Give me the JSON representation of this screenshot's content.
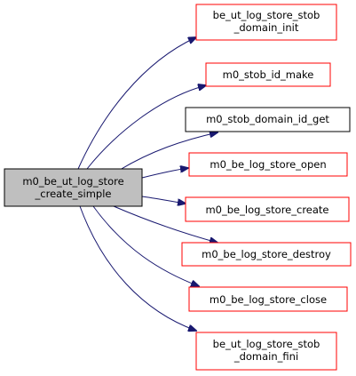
{
  "colors": {
    "edge": "#191970",
    "source_fill": "#bfbfbf",
    "source_stroke": "#000000",
    "target_fill": "#ffffff",
    "target_stroke_red": "#ff0000",
    "target_stroke_black": "#000000"
  },
  "source": {
    "lines": [
      "m0_be_ut_log_store",
      "_create_simple"
    ]
  },
  "targets": [
    {
      "lines": [
        "be_ut_log_store_stob",
        "_domain_init"
      ],
      "border": "red"
    },
    {
      "lines": [
        "m0_stob_id_make"
      ],
      "border": "red"
    },
    {
      "lines": [
        "m0_stob_domain_id_get"
      ],
      "border": "black"
    },
    {
      "lines": [
        "m0_be_log_store_open"
      ],
      "border": "red"
    },
    {
      "lines": [
        "m0_be_log_store_create"
      ],
      "border": "red"
    },
    {
      "lines": [
        "m0_be_log_store_destroy"
      ],
      "border": "red"
    },
    {
      "lines": [
        "m0_be_log_store_close"
      ],
      "border": "red"
    },
    {
      "lines": [
        "be_ut_log_store_stob",
        "_domain_fini"
      ],
      "border": "red"
    }
  ]
}
